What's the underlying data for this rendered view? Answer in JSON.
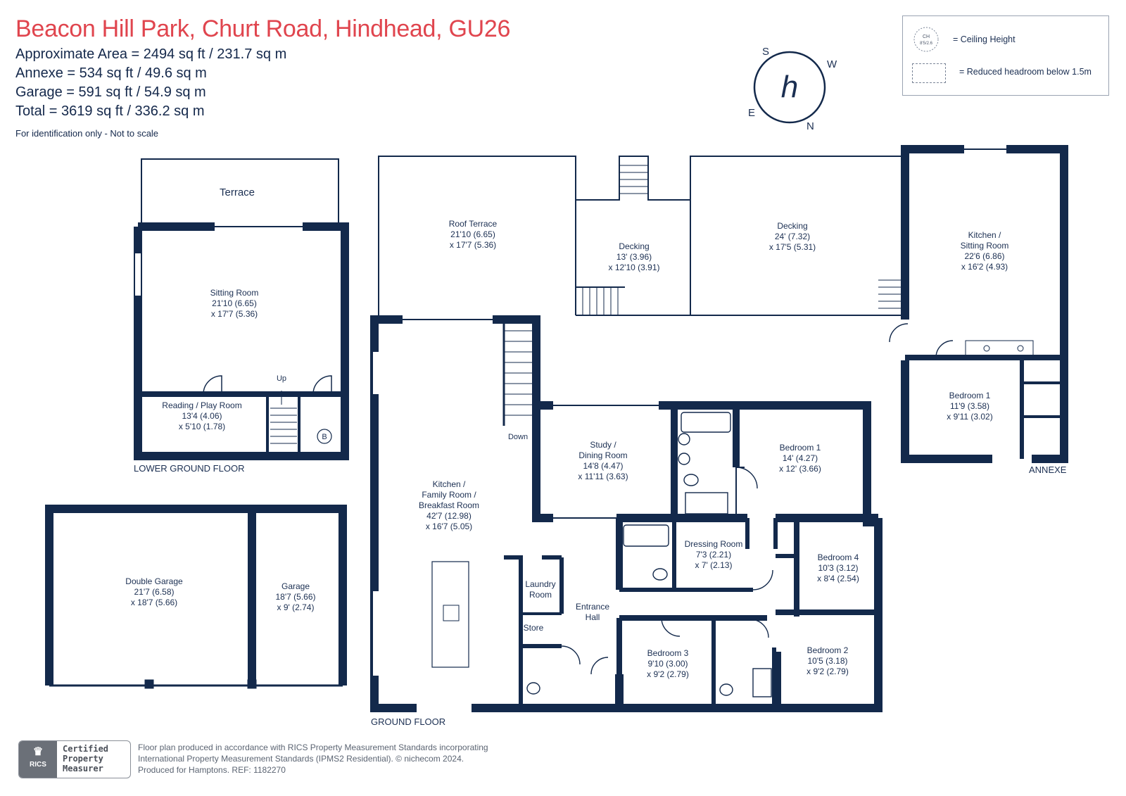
{
  "header": {
    "title": "Beacon Hill Park, Churt Road, Hindhead, GU26",
    "areas": [
      "Approximate Area = 2494  sq ft / 231.7  sq m",
      "Annexe = 534  sq ft / 49.6  sq m",
      "Garage = 591 sq ft / 54.9  sq m",
      "Total = 3619 sq ft / 336.2 sq m"
    ],
    "note": "For identification only - Not to scale"
  },
  "legend": {
    "ch_symbol_top": "CH",
    "ch_symbol_bottom": "8'5/2.6",
    "ceiling_height": "= Ceiling Height",
    "reduced_headroom": "= Reduced headroom below 1.5m"
  },
  "compass": {
    "s": "S",
    "w": "W",
    "n": "N",
    "e": "E",
    "logo": "h"
  },
  "floors": {
    "lower_ground": "LOWER GROUND FLOOR",
    "ground": "GROUND FLOOR",
    "annexe": "ANNEXE"
  },
  "rooms": {
    "terrace": "Terrace",
    "sitting_room": [
      "Sitting Room",
      "21'10 (6.65)",
      "x 17'7 (5.36)"
    ],
    "reading_room": [
      "Reading / Play Room",
      "13'4 (4.06)",
      "x 5'10 (1.78)"
    ],
    "up": "Up",
    "boiler": "B",
    "roof_terrace": [
      "Roof Terrace",
      "21'10 (6.65)",
      "x 17'7 (5.36)"
    ],
    "decking_small": [
      "Decking",
      "13' (3.96)",
      "x 12'10 (3.91)"
    ],
    "decking_large": [
      "Decking",
      "24' (7.32)",
      "x 17'5 (5.31)"
    ],
    "annexe_kitchen": [
      "Kitchen /",
      "Sitting Room",
      "22'6 (6.86)",
      "x 16'2 (4.93)"
    ],
    "annexe_bedroom": [
      "Bedroom 1",
      "11'9 (3.58)",
      "x 9'11 (3.02)"
    ],
    "kitchen_family": [
      "Kitchen /",
      "Family Room /",
      "Breakfast Room",
      "42'7 (12.98)",
      "x 16'7 (5.05)"
    ],
    "down": "Down",
    "study": [
      "Study /",
      "Dining Room",
      "14'8 (4.47)",
      "x 11'11 (3.63)"
    ],
    "bedroom1": [
      "Bedroom 1",
      "14' (4.27)",
      "x 12' (3.66)"
    ],
    "dressing": [
      "Dressing Room",
      "7'3 (2.21)",
      "x 7' (2.13)"
    ],
    "bedroom4": [
      "Bedroom 4",
      "10'3 (3.12)",
      "x 8'4 (2.54)"
    ],
    "laundry": [
      "Laundry",
      "Room"
    ],
    "store": "Store",
    "entrance": [
      "Entrance",
      "Hall"
    ],
    "bedroom3": [
      "Bedroom 3",
      "9'10 (3.00)",
      "x 9'2 (2.79)"
    ],
    "bedroom2": [
      "Bedroom 2",
      "10'5 (3.18)",
      "x 9'2 (2.79)"
    ],
    "double_garage": [
      "Double Garage",
      "21'7 (6.58)",
      "x 18'7 (5.66)"
    ],
    "garage": [
      "Garage",
      "18'7 (5.66)",
      "x 9' (2.74)"
    ]
  },
  "badge": {
    "logo": "RICS",
    "lines": [
      "Certified",
      "Property",
      "Measurer"
    ]
  },
  "footer": [
    "Floor plan produced in accordance with RICS Property Measurement Standards incorporating",
    "International Property Measurement Standards (IPMS2 Residential).  © nichecom 2024.",
    "Produced for Hamptons.   REF:  1182270"
  ],
  "colors": {
    "wall": "#13294b",
    "title": "#e0454e",
    "text": "#1b2f52",
    "muted": "#5b6472"
  }
}
